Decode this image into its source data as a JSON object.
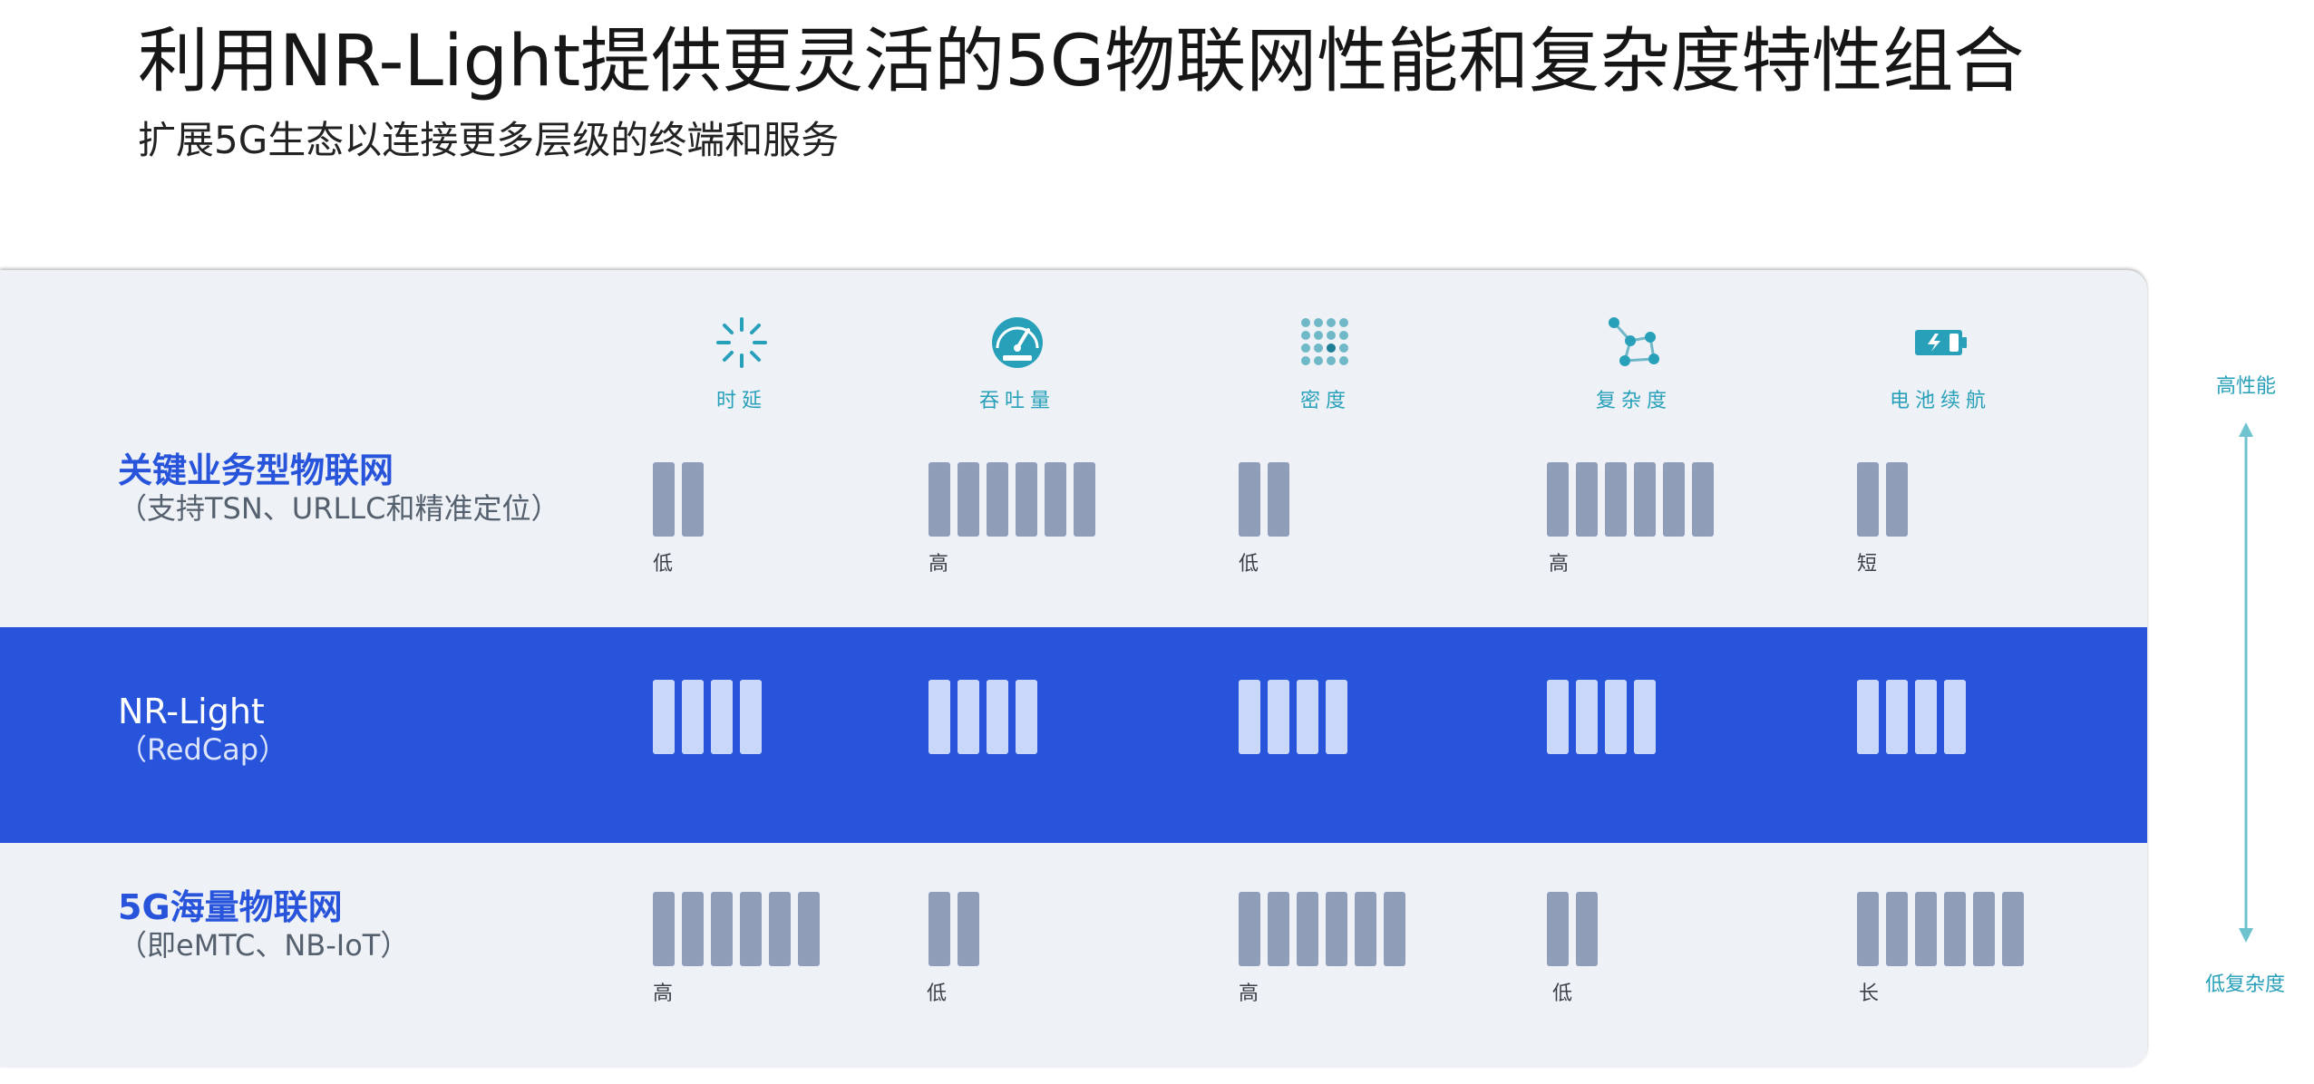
{
  "title": "利用NR-Light提供更灵活的5G物联网性能和复杂度特性组合",
  "subtitle": "扩展5G生态以连接更多层级的终端和服务",
  "columns": [
    {
      "label": "时延",
      "icon": "latency-icon"
    },
    {
      "label": "吞吐量",
      "icon": "speedometer-icon"
    },
    {
      "label": "密度",
      "icon": "dot-grid-icon"
    },
    {
      "label": "复杂度",
      "icon": "network-nodes-icon"
    },
    {
      "label": "电池续航",
      "icon": "battery-icon"
    }
  ],
  "rows": [
    {
      "title": "关键业务型物联网",
      "subtitle": "（支持TSN、URLLC和精准定位）",
      "values": [
        2,
        6,
        2,
        6,
        2
      ],
      "captions": [
        "低",
        "高",
        "低",
        "高",
        "短"
      ]
    },
    {
      "title": "NR-Light",
      "subtitle": "（RedCap）",
      "values": [
        4,
        4,
        4,
        4,
        4
      ],
      "captions": [
        "",
        "",
        "",
        "",
        ""
      ]
    },
    {
      "title": "5G海量物联网",
      "subtitle": "（即eMTC、NB-IoT）",
      "values": [
        6,
        2,
        6,
        2,
        6
      ],
      "captions": [
        "高",
        "低",
        "高",
        "低",
        "长"
      ]
    }
  ],
  "axis": {
    "top": "高性能",
    "bottom": "低复杂度"
  },
  "colors": {
    "accent_blue": "#2854dc",
    "bar_gray": "#8f9db8",
    "bar_light": "#c9d8fa",
    "teal": "#28a0ba",
    "panel_bg": "#eef1f6"
  }
}
